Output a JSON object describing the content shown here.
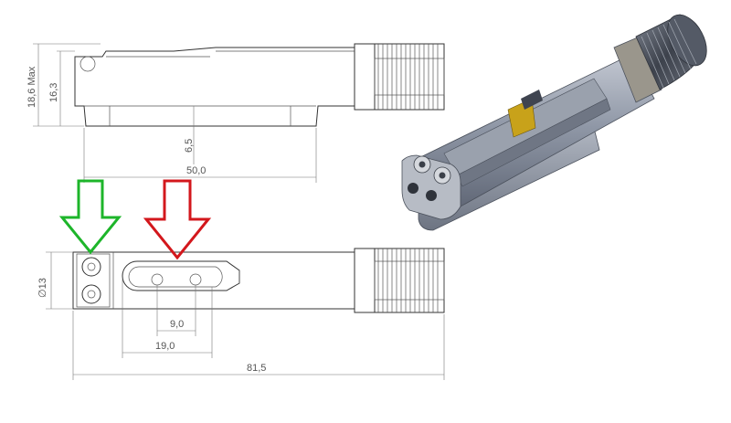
{
  "dimensions": {
    "max_height": "18,6 Max",
    "height": "16,3",
    "depth": "6,5",
    "width_top": "50,0",
    "diameter": "∅13",
    "slot_spacing": "9,0",
    "slot_length": "19,0",
    "overall_length": "81,5"
  },
  "arrows": {
    "green": {
      "color": "#1db52a",
      "icon": "down-arrow-icon"
    },
    "red": {
      "color": "#d3171c",
      "icon": "down-arrow-icon"
    }
  },
  "render": {
    "body_color": "#8f97a6",
    "insert_color": "#c8a21a"
  }
}
